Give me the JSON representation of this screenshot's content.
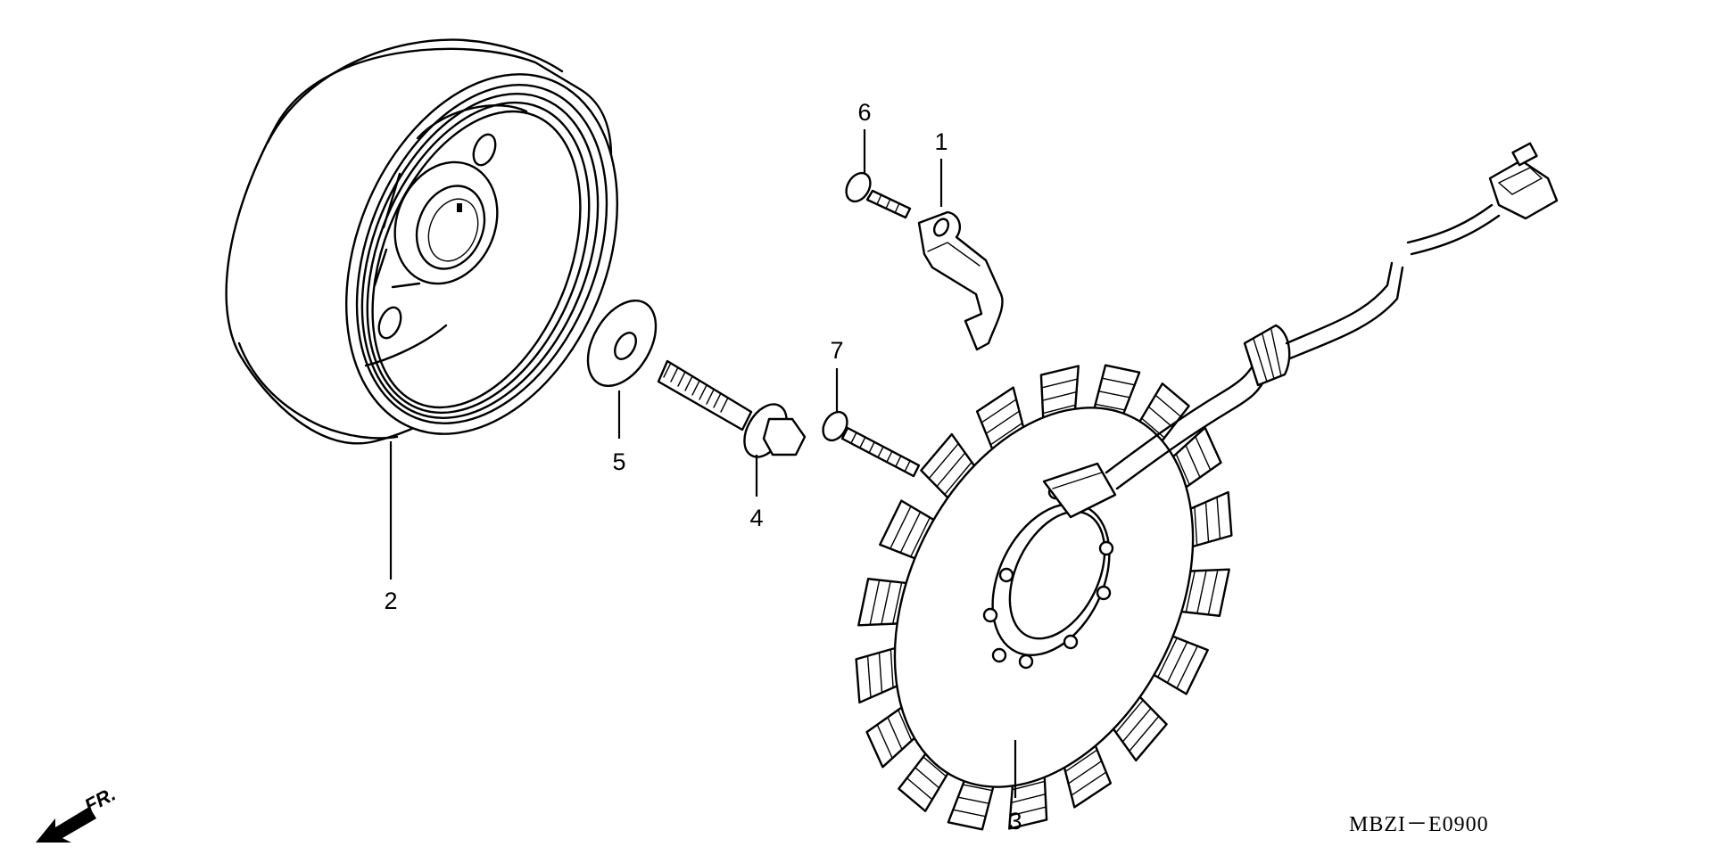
{
  "parts": [
    {
      "key": "p1",
      "callout": "1",
      "name": "bracket"
    },
    {
      "key": "p2",
      "callout": "2",
      "name": "flywheel-rotor"
    },
    {
      "key": "p3",
      "callout": "3",
      "name": "stator-assembly"
    },
    {
      "key": "p4",
      "callout": "4",
      "name": "flange-bolt"
    },
    {
      "key": "p5",
      "callout": "5",
      "name": "washer"
    },
    {
      "key": "p6",
      "callout": "6",
      "name": "socket-bolt"
    },
    {
      "key": "p7",
      "callout": "7",
      "name": "socket-bolt-long"
    }
  ],
  "labels": {
    "callout_1": "1",
    "callout_2": "2",
    "callout_3": "3",
    "callout_4": "4",
    "callout_5": "5",
    "callout_6": "6",
    "callout_7": "7",
    "diagram_code": "MBZI－E0900",
    "front_indicator": "FR."
  },
  "icons": {
    "front_arrow": "front-direction-arrow-icon"
  },
  "colors": {
    "line": "#000000",
    "background": "#ffffff"
  }
}
